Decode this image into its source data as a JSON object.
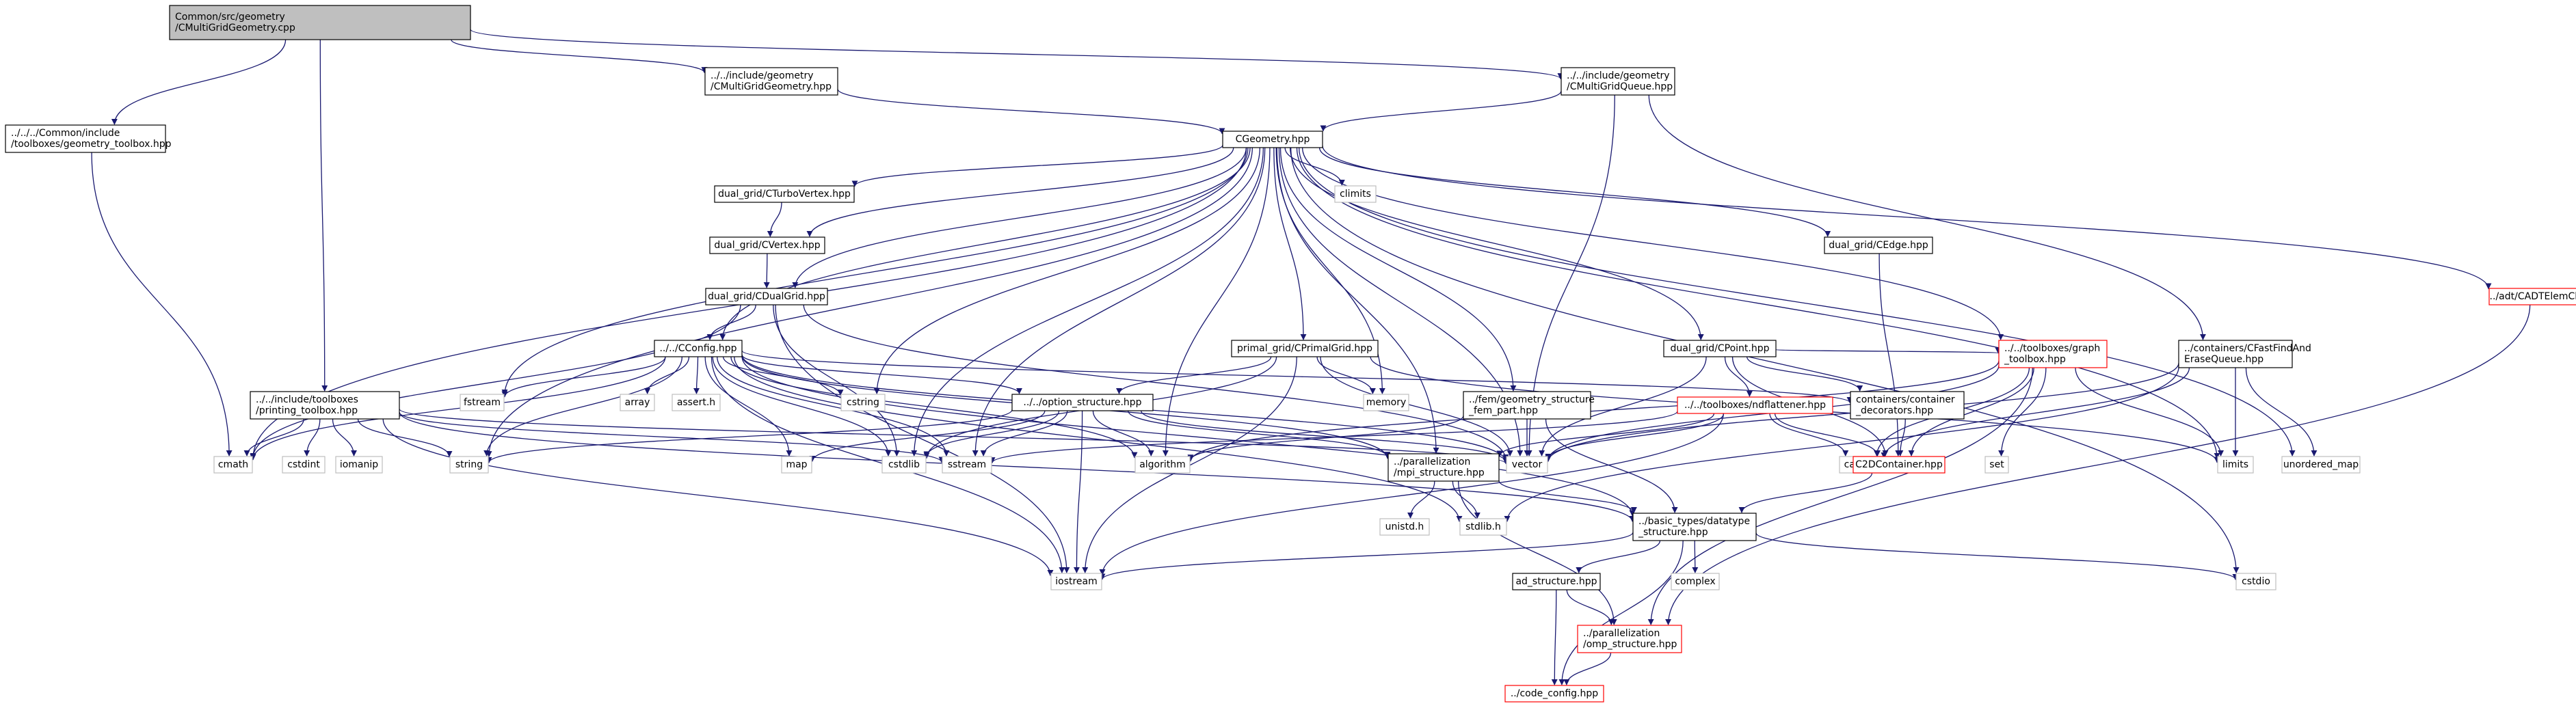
{
  "graph_title": "",
  "colors": {
    "edge": "#191970",
    "root_fill": "#bfbfbf",
    "node_border": "#000000",
    "missing_border": "#ff0000",
    "external_border": "#bfbfbf"
  },
  "nodes": [
    {
      "id": "root",
      "lines": [
        "Common/src/geometry",
        "/CMultiGridGeometry.cpp"
      ],
      "style": "gray"
    },
    {
      "id": "geom_toolbox",
      "lines": [
        "../../../Common/include",
        "/toolboxes/geometry_toolbox.hpp"
      ],
      "style": "normal"
    },
    {
      "id": "cmg_geometry",
      "lines": [
        "../../include/geometry",
        "/CMultiGridGeometry.hpp"
      ],
      "style": "normal"
    },
    {
      "id": "cmg_queue",
      "lines": [
        "../../include/geometry",
        "/CMultiGridQueue.hpp"
      ],
      "style": "normal"
    },
    {
      "id": "cgeometry",
      "lines": [
        "CGeometry.hpp"
      ],
      "style": "normal"
    },
    {
      "id": "turbovertex",
      "lines": [
        "dual_grid/CTurboVertex.hpp"
      ],
      "style": "normal"
    },
    {
      "id": "climits",
      "lines": [
        "climits"
      ],
      "style": "plain"
    },
    {
      "id": "cvertex",
      "lines": [
        "dual_grid/CVertex.hpp"
      ],
      "style": "normal"
    },
    {
      "id": "cedge",
      "lines": [
        "dual_grid/CEdge.hpp"
      ],
      "style": "normal"
    },
    {
      "id": "cadt",
      "lines": [
        "../adt/CADTElemClass.hpp"
      ],
      "style": "red"
    },
    {
      "id": "cdualgrid",
      "lines": [
        "dual_grid/CDualGrid.hpp"
      ],
      "style": "normal"
    },
    {
      "id": "cconfig",
      "lines": [
        "../../CConfig.hpp"
      ],
      "style": "normal"
    },
    {
      "id": "cprimalgrid",
      "lines": [
        "primal_grid/CPrimalGrid.hpp"
      ],
      "style": "normal"
    },
    {
      "id": "cpoint",
      "lines": [
        "dual_grid/CPoint.hpp"
      ],
      "style": "normal"
    },
    {
      "id": "graph_toolbox",
      "lines": [
        "../../toolboxes/graph",
        "_toolbox.hpp"
      ],
      "style": "red"
    },
    {
      "id": "fastfind",
      "lines": [
        "../containers/CFastFindAnd",
        "EraseQueue.hpp"
      ],
      "style": "normal"
    },
    {
      "id": "printing_toolbox",
      "lines": [
        "../../include/toolboxes",
        "/printing_toolbox.hpp"
      ],
      "style": "normal"
    },
    {
      "id": "fstream",
      "lines": [
        "fstream"
      ],
      "style": "plain"
    },
    {
      "id": "array",
      "lines": [
        "array"
      ],
      "style": "plain"
    },
    {
      "id": "asserth",
      "lines": [
        "assert.h"
      ],
      "style": "plain"
    },
    {
      "id": "cstring",
      "lines": [
        "cstring"
      ],
      "style": "plain"
    },
    {
      "id": "option_structure",
      "lines": [
        "../../option_structure.hpp"
      ],
      "style": "normal"
    },
    {
      "id": "memory",
      "lines": [
        "memory"
      ],
      "style": "plain"
    },
    {
      "id": "fem_part",
      "lines": [
        "../fem/geometry_structure",
        "_fem_part.hpp"
      ],
      "style": "normal"
    },
    {
      "id": "ndflattener",
      "lines": [
        "../../toolboxes/ndflattener.hpp"
      ],
      "style": "red"
    },
    {
      "id": "container_decorators",
      "lines": [
        "containers/container",
        "_decorators.hpp"
      ],
      "style": "normal"
    },
    {
      "id": "cmath",
      "lines": [
        "cmath"
      ],
      "style": "plain"
    },
    {
      "id": "cstdint",
      "lines": [
        "cstdint"
      ],
      "style": "plain"
    },
    {
      "id": "iomanip",
      "lines": [
        "iomanip"
      ],
      "style": "plain"
    },
    {
      "id": "string",
      "lines": [
        "string"
      ],
      "style": "plain"
    },
    {
      "id": "map",
      "lines": [
        "map"
      ],
      "style": "plain"
    },
    {
      "id": "cstdlib",
      "lines": [
        "cstdlib"
      ],
      "style": "plain"
    },
    {
      "id": "sstream",
      "lines": [
        "sstream"
      ],
      "style": "plain"
    },
    {
      "id": "algorithm",
      "lines": [
        "algorithm"
      ],
      "style": "plain"
    },
    {
      "id": "vector",
      "lines": [
        "vector"
      ],
      "style": "plain"
    },
    {
      "id": "mpi_structure",
      "lines": [
        "../parallelization",
        "/mpi_structure.hpp"
      ],
      "style": "normal"
    },
    {
      "id": "cassert",
      "lines": [
        "cassert"
      ],
      "style": "plain"
    },
    {
      "id": "c2dcontainer",
      "lines": [
        "C2DContainer.hpp"
      ],
      "style": "red"
    },
    {
      "id": "set",
      "lines": [
        "set"
      ],
      "style": "plain"
    },
    {
      "id": "limits",
      "lines": [
        "limits"
      ],
      "style": "plain"
    },
    {
      "id": "unordered_map",
      "lines": [
        "unordered_map"
      ],
      "style": "plain"
    },
    {
      "id": "unistdh",
      "lines": [
        "unistd.h"
      ],
      "style": "plain"
    },
    {
      "id": "stdlibh",
      "lines": [
        "stdlib.h"
      ],
      "style": "plain"
    },
    {
      "id": "datatype_structure",
      "lines": [
        "../basic_types/datatype",
        "_structure.hpp"
      ],
      "style": "normal"
    },
    {
      "id": "complex",
      "lines": [
        "complex"
      ],
      "style": "plain"
    },
    {
      "id": "cstdio",
      "lines": [
        "cstdio"
      ],
      "style": "plain"
    },
    {
      "id": "iostream",
      "lines": [
        "iostream"
      ],
      "style": "plain"
    },
    {
      "id": "ad_structure",
      "lines": [
        "ad_structure.hpp"
      ],
      "style": "normal"
    },
    {
      "id": "omp_structure",
      "lines": [
        "../parallelization",
        "/omp_structure.hpp"
      ],
      "style": "red"
    },
    {
      "id": "code_config",
      "lines": [
        "../code_config.hpp"
      ],
      "style": "red"
    }
  ],
  "edges": [
    [
      "root",
      "geom_toolbox"
    ],
    [
      "root",
      "cmg_geometry"
    ],
    [
      "root",
      "cmg_queue"
    ],
    [
      "root",
      "printing_toolbox"
    ],
    [
      "geom_toolbox",
      "cmath"
    ],
    [
      "cmg_geometry",
      "cgeometry"
    ],
    [
      "cmg_queue",
      "cgeometry"
    ],
    [
      "cmg_queue",
      "fastfind"
    ],
    [
      "cmg_queue",
      "vector"
    ],
    [
      "cgeometry",
      "turbovertex"
    ],
    [
      "cgeometry",
      "cvertex"
    ],
    [
      "cgeometry",
      "cdualgrid"
    ],
    [
      "cgeometry",
      "cconfig"
    ],
    [
      "cgeometry",
      "climits"
    ],
    [
      "cgeometry",
      "cprimalgrid"
    ],
    [
      "cgeometry",
      "cpoint"
    ],
    [
      "cgeometry",
      "cedge"
    ],
    [
      "cgeometry",
      "cadt"
    ],
    [
      "cgeometry",
      "graph_toolbox"
    ],
    [
      "cgeometry",
      "fem_part"
    ],
    [
      "cgeometry",
      "mpi_structure"
    ],
    [
      "cgeometry",
      "memory"
    ],
    [
      "cgeometry",
      "cstring"
    ],
    [
      "cgeometry",
      "fstream"
    ],
    [
      "cgeometry",
      "cstdlib"
    ],
    [
      "cgeometry",
      "sstream"
    ],
    [
      "cgeometry",
      "string"
    ],
    [
      "cgeometry",
      "cmath"
    ],
    [
      "cgeometry",
      "algorithm"
    ],
    [
      "cgeometry",
      "limits"
    ],
    [
      "cgeometry",
      "unordered_map"
    ],
    [
      "cgeometry",
      "cstdio"
    ],
    [
      "cgeometry",
      "vector"
    ],
    [
      "turbovertex",
      "cvertex"
    ],
    [
      "cvertex",
      "cdualgrid"
    ],
    [
      "cdualgrid",
      "cconfig"
    ],
    [
      "cdualgrid",
      "cmath"
    ],
    [
      "cdualgrid",
      "iostream"
    ],
    [
      "cdualgrid",
      "vector"
    ],
    [
      "cdualgrid",
      "cstdlib"
    ],
    [
      "cconfig",
      "fstream"
    ],
    [
      "cconfig",
      "array"
    ],
    [
      "cconfig",
      "asserth"
    ],
    [
      "cconfig",
      "cstring"
    ],
    [
      "cconfig",
      "option_structure"
    ],
    [
      "cconfig",
      "cmath"
    ],
    [
      "cconfig",
      "string"
    ],
    [
      "cconfig",
      "map"
    ],
    [
      "cconfig",
      "cstdlib"
    ],
    [
      "cconfig",
      "sstream"
    ],
    [
      "cconfig",
      "algorithm"
    ],
    [
      "cconfig",
      "vector"
    ],
    [
      "cconfig",
      "iostream"
    ],
    [
      "cconfig",
      "mpi_structure"
    ],
    [
      "cconfig",
      "container_decorators"
    ],
    [
      "cconfig",
      "datatype_structure"
    ],
    [
      "cconfig",
      "stdlibh"
    ],
    [
      "cprimalgrid",
      "option_structure"
    ],
    [
      "cprimalgrid",
      "cstdlib"
    ],
    [
      "cprimalgrid",
      "iostream"
    ],
    [
      "cprimalgrid",
      "vector"
    ],
    [
      "cprimalgrid",
      "limits"
    ],
    [
      "cprimalgrid",
      "memory"
    ],
    [
      "cpoint",
      "ndflattener"
    ],
    [
      "cpoint",
      "container_decorators"
    ],
    [
      "cpoint",
      "graph_toolbox"
    ],
    [
      "cpoint",
      "vector"
    ],
    [
      "cpoint",
      "c2dcontainer"
    ],
    [
      "cedge",
      "c2dcontainer"
    ],
    [
      "cadt",
      "omp_structure"
    ],
    [
      "graph_toolbox",
      "c2dcontainer"
    ],
    [
      "graph_toolbox",
      "set"
    ],
    [
      "graph_toolbox",
      "vector"
    ],
    [
      "graph_toolbox",
      "algorithm"
    ],
    [
      "graph_toolbox",
      "cassert"
    ],
    [
      "graph_toolbox",
      "limits"
    ],
    [
      "graph_toolbox",
      "omp_structure"
    ],
    [
      "fastfind",
      "vector"
    ],
    [
      "fastfind",
      "limits"
    ],
    [
      "fastfind",
      "unordered_map"
    ],
    [
      "fastfind",
      "cassert"
    ],
    [
      "fastfind",
      "stdlibh"
    ],
    [
      "printing_toolbox",
      "cmath"
    ],
    [
      "printing_toolbox",
      "cstdint"
    ],
    [
      "printing_toolbox",
      "iomanip"
    ],
    [
      "printing_toolbox",
      "string"
    ],
    [
      "printing_toolbox",
      "sstream"
    ],
    [
      "printing_toolbox",
      "iostream"
    ],
    [
      "printing_toolbox",
      "vector"
    ],
    [
      "printing_toolbox",
      "datatype_structure"
    ],
    [
      "option_structure",
      "string"
    ],
    [
      "option_structure",
      "map"
    ],
    [
      "option_structure",
      "cstdlib"
    ],
    [
      "option_structure",
      "sstream"
    ],
    [
      "option_structure",
      "algorithm"
    ],
    [
      "option_structure",
      "vector"
    ],
    [
      "option_structure",
      "iostream"
    ],
    [
      "option_structure",
      "mpi_structure"
    ],
    [
      "fem_part",
      "vector"
    ],
    [
      "fem_part",
      "algorithm"
    ],
    [
      "fem_part",
      "datatype_structure"
    ],
    [
      "ndflattener",
      "vector"
    ],
    [
      "ndflattener",
      "cassert"
    ],
    [
      "ndflattener",
      "c2dcontainer"
    ],
    [
      "ndflattener",
      "sstream"
    ],
    [
      "ndflattener",
      "iostream"
    ],
    [
      "ndflattener",
      "mpi_structure"
    ],
    [
      "container_decorators",
      "c2dcontainer"
    ],
    [
      "c2dcontainer",
      "datatype_structure"
    ],
    [
      "mpi_structure",
      "unistdh"
    ],
    [
      "mpi_structure",
      "stdlibh"
    ],
    [
      "mpi_structure",
      "datatype_structure"
    ],
    [
      "mpi_structure",
      "omp_structure"
    ],
    [
      "datatype_structure",
      "complex"
    ],
    [
      "datatype_structure",
      "cstdio"
    ],
    [
      "datatype_structure",
      "iostream"
    ],
    [
      "datatype_structure",
      "ad_structure"
    ],
    [
      "datatype_structure",
      "code_config"
    ],
    [
      "ad_structure",
      "omp_structure"
    ],
    [
      "ad_structure",
      "code_config"
    ],
    [
      "omp_structure",
      "code_config"
    ]
  ]
}
